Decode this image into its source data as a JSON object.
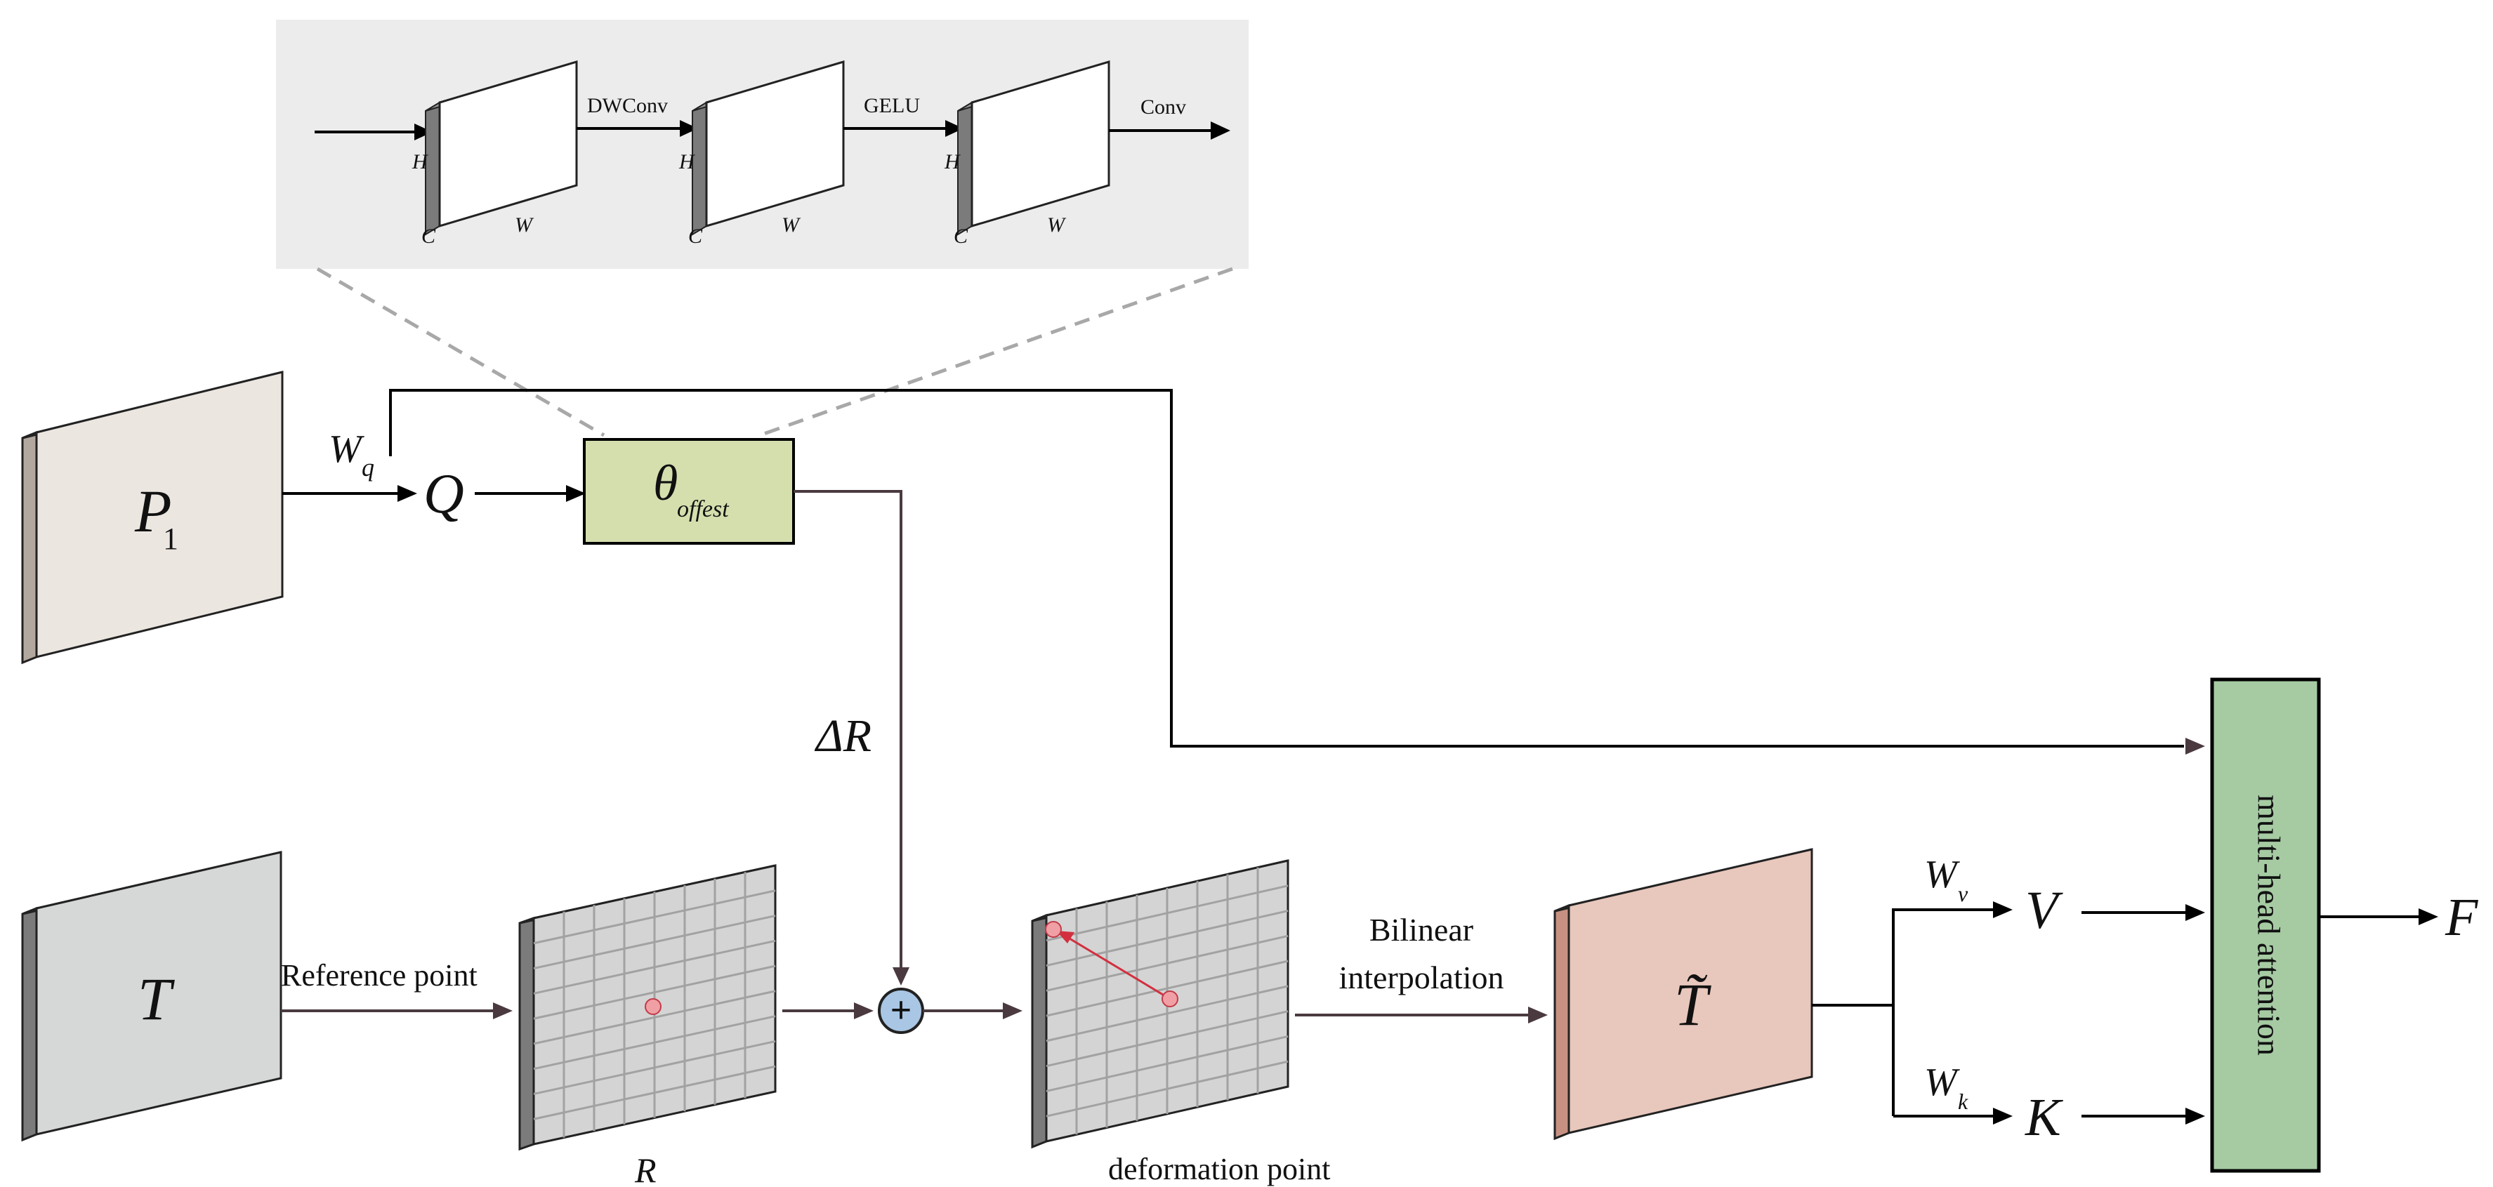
{
  "colors": {
    "inset_bg": "#ececec",
    "inset_dash": "#a8a8a8",
    "p1_front": "#ece6e1",
    "p1_top": "#cfc5bb",
    "p1_side": "#b3a89e",
    "t_front": "#d6d8d8",
    "t_top": "#9a9a9a",
    "t_side": "#7b7b7b",
    "grid_front": "#d4d4d4",
    "grid_top": "#9a9a9a",
    "grid_side": "#7b7b7b",
    "grid_line": "#a2a2a2",
    "ttilde_front": "#e8c7bc",
    "ttilde_top": "#bf8a7d",
    "ttilde_side": "#c79182",
    "theta_box": "#d5dfae",
    "mha_box": "#a6cba3",
    "plus_fill": "#a9c6e4",
    "point": "#f0a0a4",
    "point_stroke": "#c23a49",
    "offset_arrow": "#d2303f",
    "line_dark": "#000000",
    "line_brown": "#4a3a40"
  },
  "inset": {
    "labels": {
      "dwconv": "DWConv",
      "gelu": "GELU",
      "conv": "Conv"
    },
    "dims": {
      "h": "H",
      "c": "C",
      "w": "W"
    }
  },
  "nodes": {
    "p1": {
      "main": "P",
      "sub": "1"
    },
    "t": {
      "label": "T"
    },
    "q": {
      "label": "Q"
    },
    "theta": {
      "main": "θ",
      "sub": "offest"
    },
    "r_label": "R",
    "delta_r": "ΔR",
    "deformation_label": "deformation point",
    "ttilde": {
      "label": "T̃"
    },
    "v": {
      "label": "V"
    },
    "k": {
      "label": "K"
    },
    "mha": {
      "label": "multi-head attention"
    },
    "f": {
      "label": "F"
    }
  },
  "edges": {
    "wq": {
      "main": "W",
      "sub": "q"
    },
    "wv": {
      "main": "W",
      "sub": "v"
    },
    "wk": {
      "main": "W",
      "sub": "k"
    },
    "reference": "Reference point",
    "bilinear_1": "Bilinear",
    "bilinear_2": "interpolation",
    "plus": "+"
  }
}
